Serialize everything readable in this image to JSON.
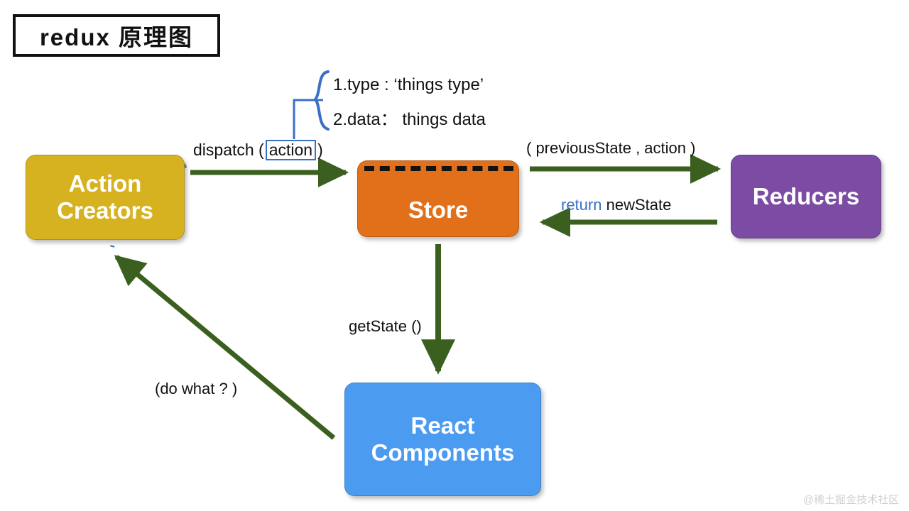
{
  "title": {
    "text": "redux 原理图"
  },
  "nodes": {
    "action_creators": {
      "line1": "Action",
      "line2": "Creators",
      "color": "#D6B221"
    },
    "store": {
      "line1": "Store",
      "color": "#E2701B"
    },
    "reducers": {
      "line1": "Reducers",
      "color": "#7C4CA4"
    },
    "react_components": {
      "line1": "React",
      "line2": "Components",
      "color": "#4B9BF1"
    }
  },
  "labels": {
    "dispatch_prefix": "dispatch (",
    "dispatch_keyword": "action",
    "dispatch_suffix": ")",
    "previous_state": "( previousState , action )",
    "return_keyword": "return",
    "return_value": "newState",
    "get_state": "getState ()",
    "do_what": "(do what ? )"
  },
  "callout": {
    "line1": "1.type : ‘things type’",
    "line2": "2.data： things data"
  },
  "watermark": {
    "text": "@稀土掘金技术社区"
  },
  "colors": {
    "arrow_green": "#3A5F1F",
    "accent_blue": "#3B6FC4",
    "title_border": "#111111",
    "watermark_gray": "#d0d0d0"
  }
}
